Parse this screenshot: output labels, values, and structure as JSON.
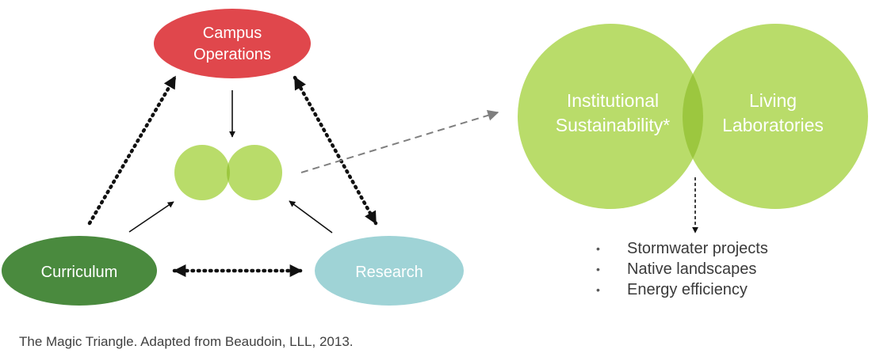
{
  "nodes": {
    "campus_operations": {
      "line1": "Campus",
      "line2": "Operations",
      "color": "#e0474c"
    },
    "curriculum": {
      "label": "Curriculum",
      "color": "#4a8a3e"
    },
    "research": {
      "label": "Research",
      "color": "#9fd3d6"
    }
  },
  "venn": {
    "left_line1": "Institutional",
    "left_line2": "Sustainability*",
    "right_line1": "Living",
    "right_line2": "Laboratories",
    "circle_color": "#b9dc6a",
    "overlap_color": "#9cc73f"
  },
  "examples": [
    "Stormwater projects",
    "Native landscapes",
    "Energy efficiency"
  ],
  "bullet_glyph": "•",
  "caption": "The Magic Triangle. Adapted from Beaudoin, LLL, 2013."
}
